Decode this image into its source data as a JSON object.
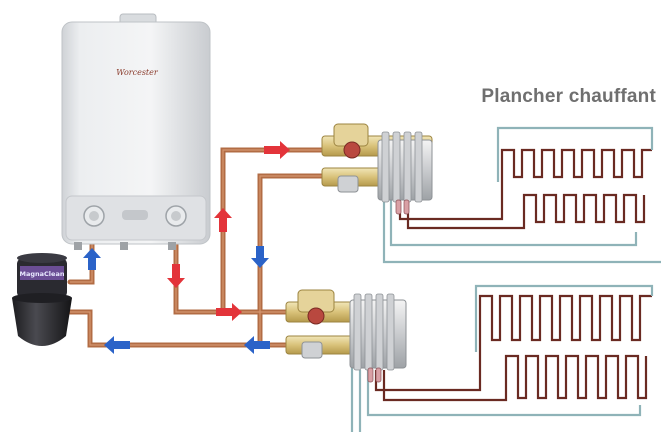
{
  "title": "Plancher chauffant",
  "filter": {
    "label": "MagnaClean"
  },
  "boiler": {
    "logo_text": "Worcester"
  },
  "colors": {
    "supply": "#e3343a",
    "return": "#2b63c8",
    "pipe": "#b26c44",
    "loop_supply": "#6a2a22",
    "loop_return": "#7fa7ad"
  },
  "icons": [
    "arrow-right-icon",
    "arrow-up-icon",
    "arrow-down-icon",
    "arrow-left-icon"
  ]
}
